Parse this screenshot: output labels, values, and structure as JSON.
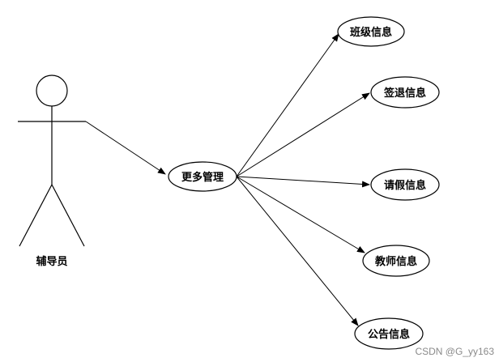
{
  "actor": {
    "label": "辅导员"
  },
  "hub": {
    "label": "更多管理"
  },
  "use_cases": [
    {
      "label": "班级信息"
    },
    {
      "label": "签退信息"
    },
    {
      "label": "请假信息"
    },
    {
      "label": "教师信息"
    },
    {
      "label": "公告信息"
    }
  ],
  "watermark": "CSDN @G_yy163"
}
